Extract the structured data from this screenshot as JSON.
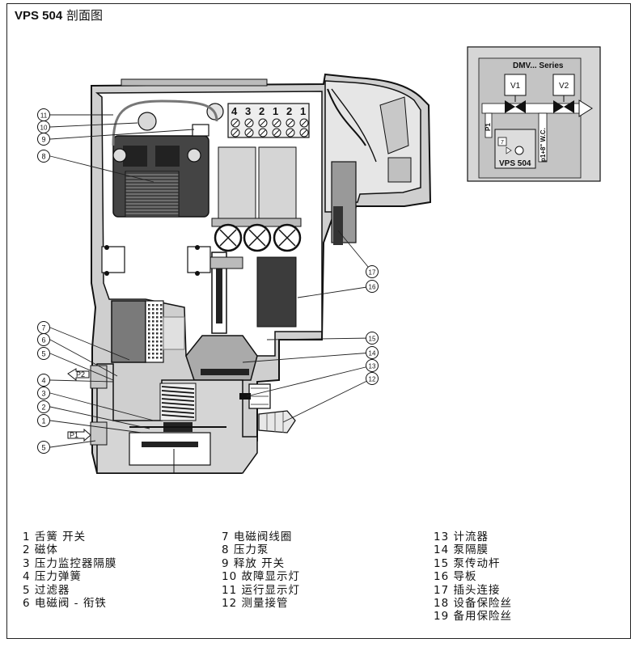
{
  "title": {
    "model": "VPS 504",
    "suffix": "剖面图"
  },
  "inset": {
    "series_label": "DMV... Series",
    "v1": "V1",
    "v2": "V2",
    "device": "VPS 504",
    "p1": "P1",
    "pressure_note": "p1+8\" W.C.",
    "small_num": "7"
  },
  "terminals": [
    "4",
    "3",
    "2",
    "1",
    "2",
    "1"
  ],
  "pressure_labels": {
    "p1": "P1",
    "p2": "P2"
  },
  "callouts": [
    "11",
    "10",
    "9",
    "8",
    "7",
    "6",
    "5",
    "4",
    "3",
    "2",
    "1",
    "5",
    "17",
    "16",
    "15",
    "14",
    "13",
    "12"
  ],
  "legend": {
    "col1": [
      "1 舌簧 开关",
      "2 磁体",
      "3 压力监控器隔膜",
      "4 压力弹簧",
      "5 过滤器",
      "6 电磁阀 - 衔铁"
    ],
    "col2": [
      "7 电磁阀线圈",
      "8 压力泵",
      "9 释放 开关",
      "10 故障显示灯",
      "11 运行显示灯",
      "12 测量接管"
    ],
    "col3": [
      "13 计流器",
      "14 泵隔膜",
      "15 泵传动杆",
      "16 导板",
      "17 插头连接",
      "18 设备保险丝",
      "19 备用保险丝"
    ]
  }
}
